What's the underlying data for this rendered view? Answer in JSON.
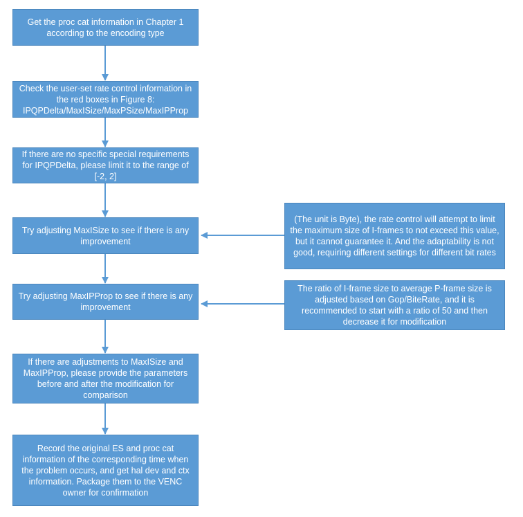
{
  "flowchart": {
    "steps": [
      {
        "id": "step-1",
        "text": "Get the proc cat information in Chapter 1 according to the encoding type"
      },
      {
        "id": "step-2",
        "text": "Check the user-set rate control information in the red boxes in Figure 8: IPQPDelta/MaxISize/MaxPSize/MaxIPProp"
      },
      {
        "id": "step-3",
        "text": "If there are no specific special requirements for IPQPDelta, please limit it to the range of [-2, 2]"
      },
      {
        "id": "step-4",
        "text": "Try adjusting MaxISize to see if there is any improvement"
      },
      {
        "id": "step-5",
        "text": "Try adjusting MaxIPProp to see if there is any improvement"
      },
      {
        "id": "step-6",
        "text": "If there are adjustments to MaxISize and MaxIPProp, please provide the parameters before and after the modification for comparison"
      },
      {
        "id": "step-7",
        "text": "Record the original ES and proc cat information of the corresponding time when the problem occurs, and get hal dev and ctx information. Package them to the VENC owner for confirmation"
      }
    ],
    "notes": [
      {
        "id": "note-maxisize",
        "text": "(The unit is Byte), the rate control will attempt to limit the maximum size of I-frames to not exceed this value, but it cannot guarantee it. And the adaptability is not good, requiring different settings for different bit rates"
      },
      {
        "id": "note-maxipprop",
        "text": "The ratio of I-frame size to average P-frame size is adjusted based on Gop/BiteRate, and it is recommended to start with a ratio of 50 and then decrease it for modification"
      }
    ],
    "colors": {
      "box_fill": "#5b9bd5",
      "box_border": "#4a86bd",
      "text": "#ffffff",
      "connector": "#5b9bd5"
    }
  }
}
